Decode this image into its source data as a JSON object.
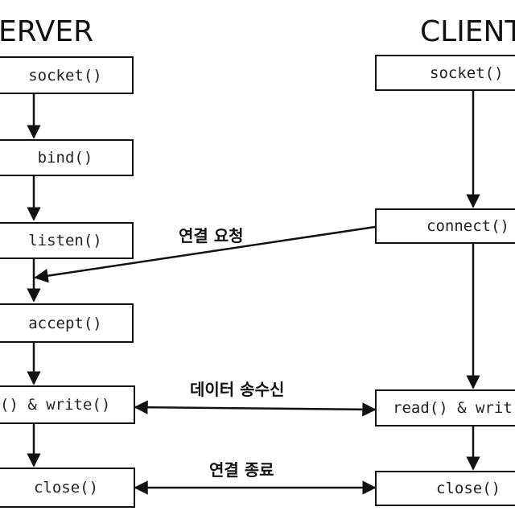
{
  "server": {
    "title": "ERVER",
    "steps": [
      "socket()",
      "bind()",
      "listen()",
      "accept()",
      "() & write()",
      "close()"
    ]
  },
  "client": {
    "title": "CLIENT",
    "steps": [
      "socket()",
      "connect()",
      "read() & writ",
      "close()"
    ]
  },
  "labels": {
    "connect_request": "연결 요청",
    "data_exchange": "데이터 송수신",
    "connection_close": "연결 종료"
  },
  "colors": {
    "line": "#111111",
    "box_border": "#111111",
    "background": "#ffffff"
  }
}
